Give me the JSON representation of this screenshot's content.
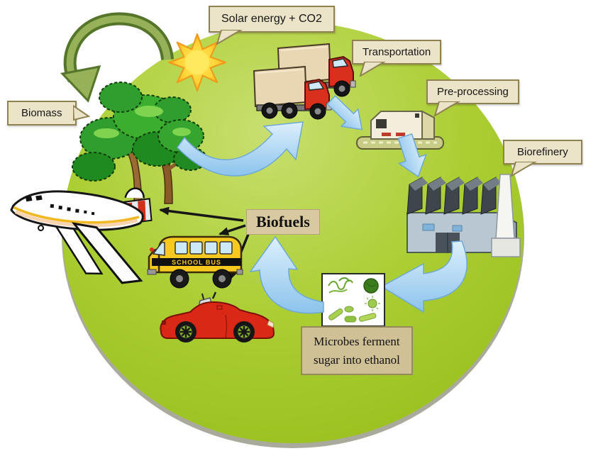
{
  "figure": {
    "title": "Biofuel production cycle diagram",
    "labels": {
      "solar": "Solar energy + CO2",
      "transportation": "Transportation",
      "preprocessing": "Pre-processing",
      "biorefinery": "Biorefinery",
      "biomass": "Biomass",
      "biofuels": "Biofuels",
      "microbes_line1": "Microbes ferment",
      "microbes_line2": "sugar into ethanol"
    },
    "bus_sign": "SCHOOL BUS",
    "cycle_sequence": [
      "Biomass",
      "Transportation",
      "Pre-processing",
      "Biorefinery",
      "Microbes ferment sugar into ethanol",
      "Biofuels",
      "Solar energy + CO2"
    ],
    "illustrations": [
      "recycle-arrow",
      "sun",
      "trees",
      "trucks",
      "preprocessing-machine",
      "factory",
      "microbes-panel",
      "airplane",
      "school-bus",
      "sports-car"
    ],
    "colors": {
      "background": "#ffffff",
      "sphere_green": "#a9ce31",
      "label_bg": "#ece4c8",
      "label_border": "#8f8251",
      "tan_box_bg": "#d8c9a0",
      "microbes_label_bg": "#cfc096",
      "cycle_arrow_blue": "#9fcdf0",
      "recycle_arrow_green": "#96b157",
      "sun_yellow": "#ffd24a",
      "tree_green": "#2f9e2f",
      "truck_red": "#d8301c",
      "bus_yellow": "#f7c81e",
      "car_red": "#da2817",
      "factory_wall": "#b9c7d3",
      "black_arrow": "#161616"
    }
  }
}
